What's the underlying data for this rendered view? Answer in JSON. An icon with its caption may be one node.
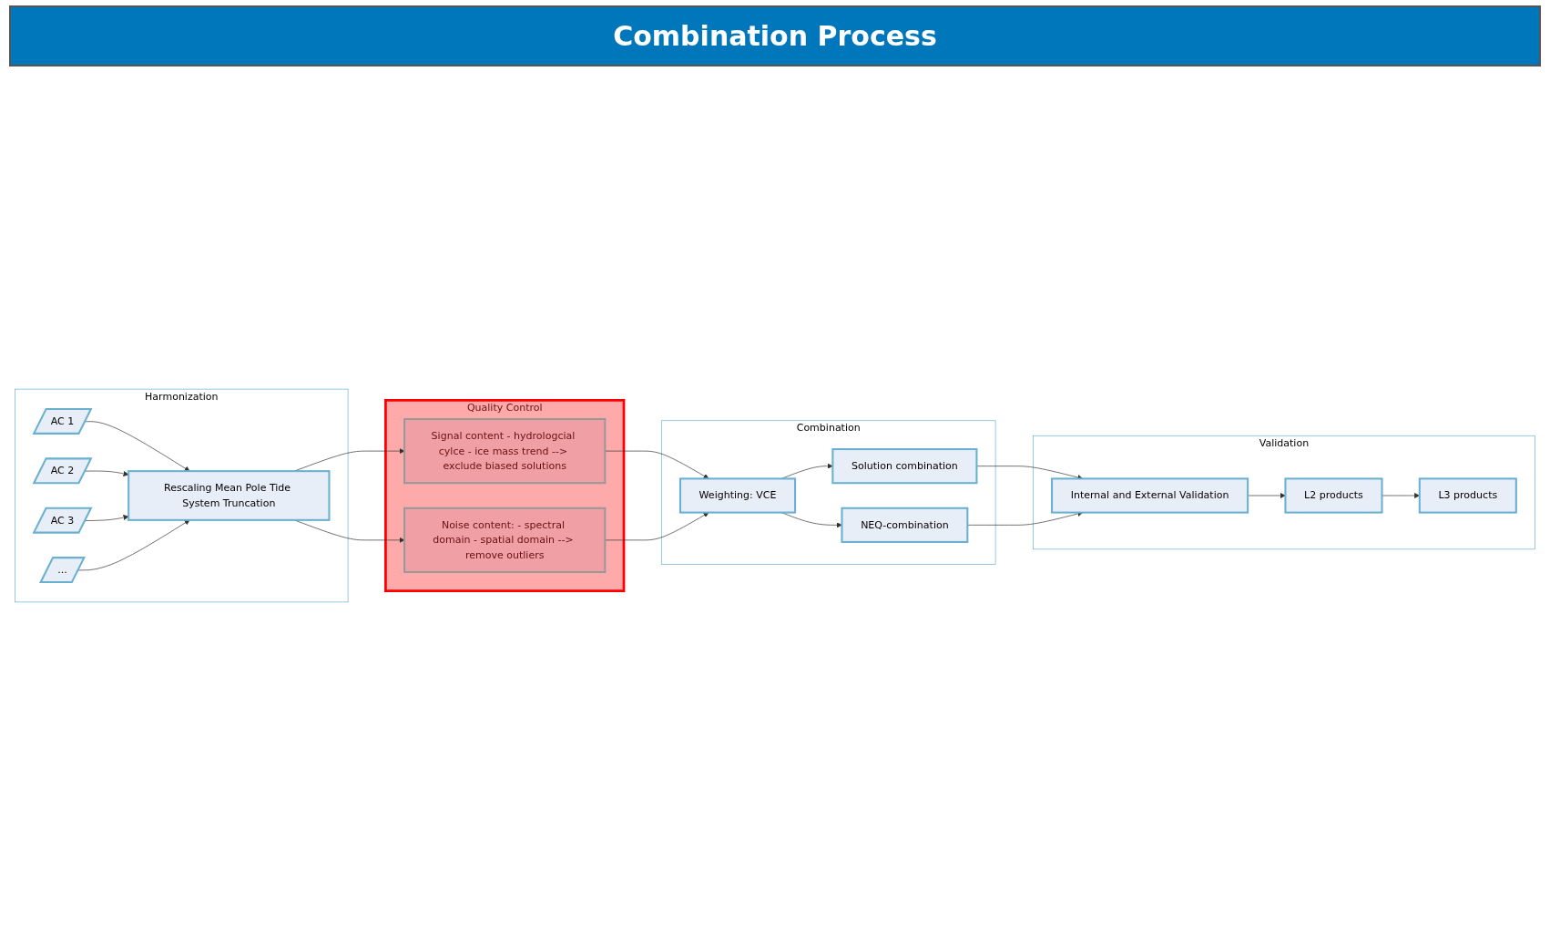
{
  "diagram": {
    "title": "Combination Process",
    "nodes": [
      {
        "text": [
          "Harmonization"
        ]
      },
      {
        "text": [
          "AC 1"
        ],
        "in": 0
      },
      {
        "text": [
          "AC 2"
        ],
        "in": 0
      },
      {
        "text": [
          "Rescaling Mean Pole Tide System Truncation"
        ],
        "in": 0
      },
      {
        "text": [
          "AC 3"
        ],
        "in": 0
      },
      {
        "text": [
          "..."
        ],
        "in": 0
      },
      {
        "text": [
          "Quality Control"
        ]
      },
      {
        "text": [
          "Signal content - hydrologcial cylce - ice mass trend --> exclude biased solutions"
        ],
        "in": 6
      },
      {
        "text": [
          "Noise content: - spectral domain - spatial domain --> remove outliers"
        ],
        "in": 6
      },
      {
        "text": [
          "Combination"
        ]
      },
      {
        "text": [
          "Solution combination"
        ],
        "in": 9
      },
      {
        "text": [
          "Weighting: VCE"
        ],
        "in": 9
      },
      {
        "text": [
          "NEQ-combination"
        ],
        "in": 9
      },
      {
        "text": [
          "Validation"
        ]
      },
      {
        "text": [
          "Internal and External Validation"
        ],
        "in": 13
      },
      {
        "text": [
          "L2 products"
        ],
        "in": 13
      },
      {
        "text": [
          "L3 products"
        ],
        "in": 13
      }
    ],
    "edges": [
      {
        "from": 1,
        "to": 3,
        "arrow": "to"
      },
      {
        "from": 2,
        "to": 3,
        "arrow": "to"
      },
      {
        "from": 4,
        "to": 3,
        "arrow": "to"
      },
      {
        "from": 5,
        "to": 3,
        "arrow": "to"
      },
      {
        "from": 3,
        "to": 7,
        "arrow": "to"
      },
      {
        "from": 3,
        "to": 8,
        "arrow": "to"
      },
      {
        "from": 7,
        "to": 11,
        "arrow": "to"
      },
      {
        "from": 8,
        "to": 11,
        "arrow": "to"
      },
      {
        "from": 11,
        "to": 10,
        "arrow": "to"
      },
      {
        "from": 11,
        "to": 12,
        "arrow": "to"
      },
      {
        "from": 10,
        "to": 14,
        "arrow": "to"
      },
      {
        "from": 12,
        "to": 14,
        "arrow": "to"
      },
      {
        "from": 14,
        "to": 15,
        "arrow": "to"
      },
      {
        "from": 15,
        "to": 16,
        "arrow": "to"
      }
    ]
  }
}
